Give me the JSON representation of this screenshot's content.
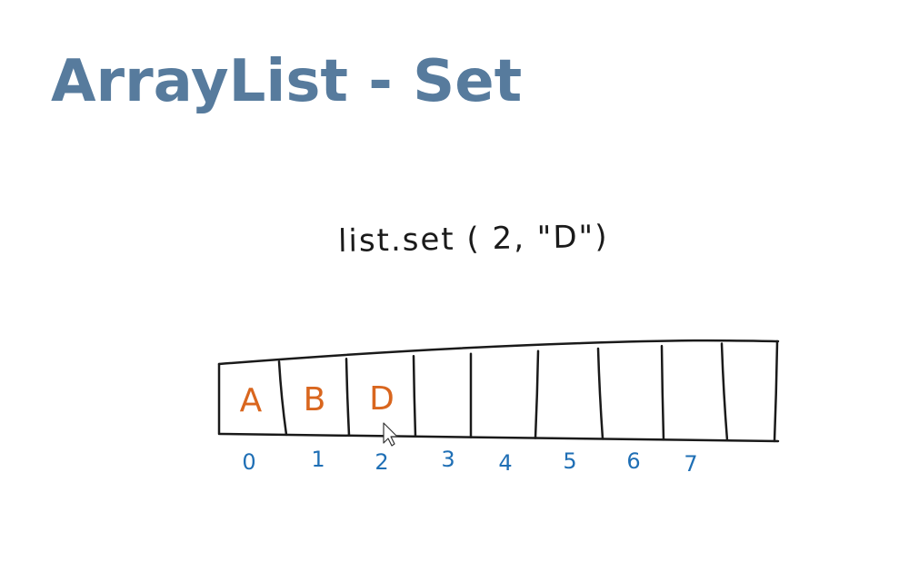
{
  "slide": {
    "title": "ArrayList - Set",
    "code": "list.set ( 2, \"D\")"
  },
  "array": {
    "cells": [
      "A",
      "B",
      "D",
      "",
      "",
      "",
      "",
      "",
      ""
    ],
    "indices": [
      "0",
      "1",
      "2",
      "3",
      "4",
      "5",
      "6",
      "7"
    ]
  },
  "colors": {
    "title": "#577b9d",
    "cell_value": "#d9661e",
    "index": "#1f6fb5",
    "stroke": "#1a1a1a"
  }
}
